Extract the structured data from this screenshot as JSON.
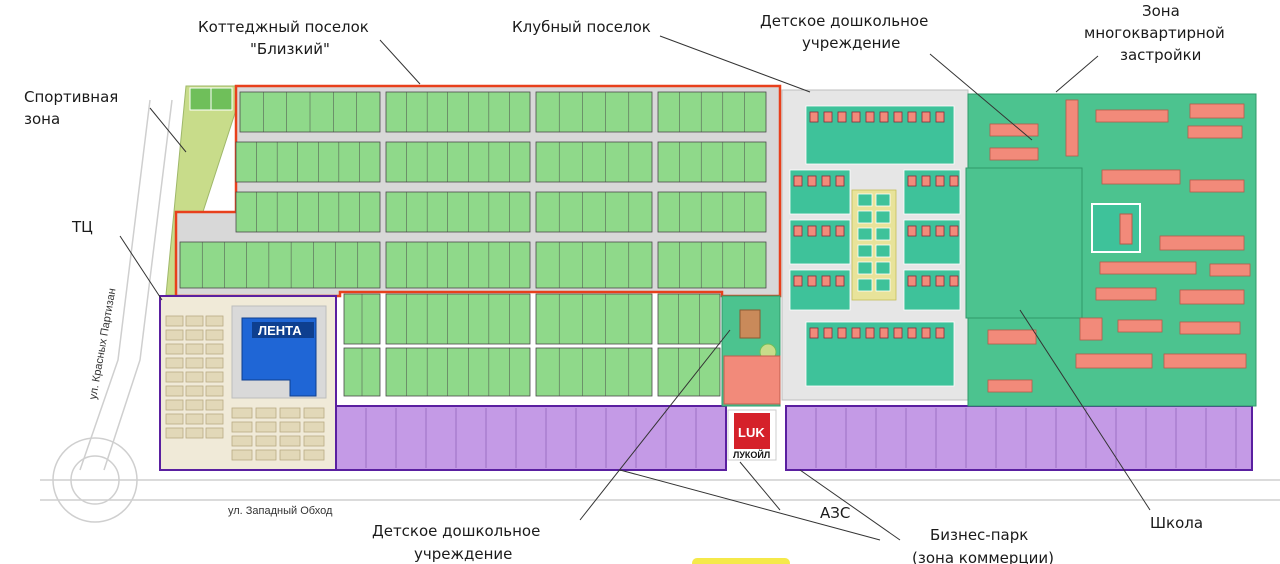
{
  "labels": {
    "cottage": "Коттеджный поселок",
    "cottage_name": "\"Близкий\"",
    "club": "Клубный поселок",
    "kindergarten_top_1": "Детское дошкольное",
    "kindergarten_top_2": "учреждение",
    "multi_1": "Зона",
    "multi_2": "многоквартирной",
    "multi_3": "застройки",
    "sport_1": "Спортивная",
    "sport_2": "зона",
    "mall": "ТЦ",
    "street_left": "ул. Красных Партизан",
    "street_bottom": "ул. Западный Обход",
    "kindergarten_bottom_1": "Детское дошкольное",
    "kindergarten_bottom_2": "учреждение",
    "gas_station": "АЗС",
    "business_1": "Бизнес-парк",
    "business_2": "(зона коммерции)",
    "school": "Школа"
  },
  "brands": {
    "lenta": "ЛЕНТА",
    "lukoil_logo": "LUK",
    "lukoil": "ЛУКОЙЛ"
  },
  "colors": {
    "cottage_plot": "#8fd98a",
    "cottage_border": "#e8401c",
    "club_zone": "#3ec29a",
    "multi_zone": "#4cc38f",
    "commerce": "#c49ae6",
    "commerce_border": "#5a1fa0",
    "building": "#f28a7a",
    "mall_store": "#1f66d6",
    "sport": "#c8dc8a",
    "lukoil_red": "#d5212a"
  }
}
